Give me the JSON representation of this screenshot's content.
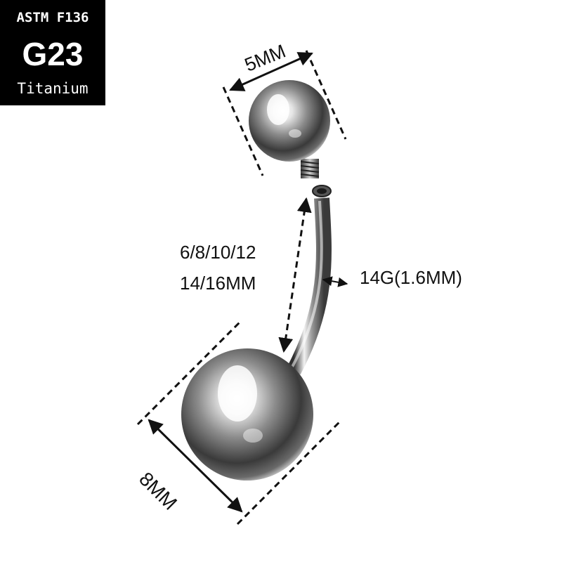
{
  "badge": {
    "standard": "ASTM F136",
    "grade": "G23",
    "material": "Titanium"
  },
  "dimensions": {
    "top_ball": "5MM",
    "bar_length_line1": "6/8/10/12",
    "bar_length_line2": "14/16MM",
    "gauge": "14G(1.6MM)",
    "bottom_ball": "8MM"
  },
  "colors": {
    "badge_bg": "#000000",
    "badge_text": "#ffffff",
    "metal_light": "#f4f4f4",
    "metal_mid": "#9a9a9a",
    "metal_dark": "#2c2c2c",
    "dimension_line": "#111111"
  }
}
